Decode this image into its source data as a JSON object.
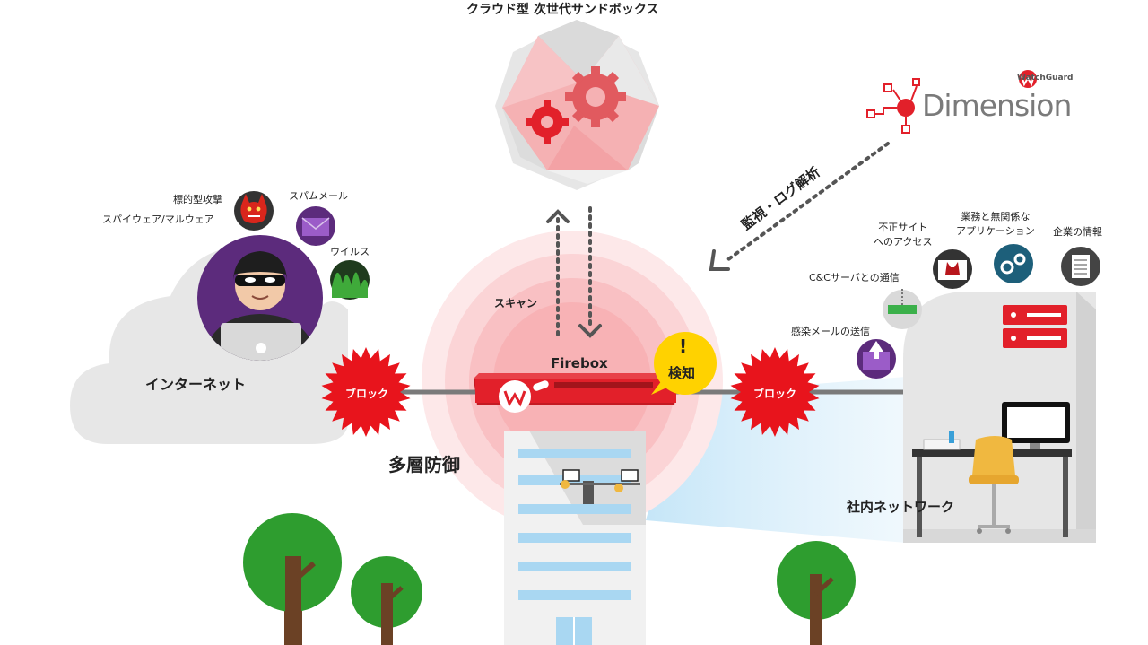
{
  "sandbox": {
    "title": "クラウド型 次世代サンドボックス"
  },
  "dimension": {
    "brand": "WatchGuard",
    "product": "Dimension"
  },
  "monitor_label": "監視・ログ解析",
  "scan_label": "スキャン",
  "firebox_label": "Firebox",
  "detect_label": "検知",
  "detect_mark": "!",
  "block_left": "ブロック",
  "block_right": "ブロック",
  "multilayer_label": "多層防御",
  "internet_label": "インターネット",
  "internal_network_label": "社内ネットワーク",
  "threats": {
    "targeted_attack": "標的型攻撃",
    "spyware_malware": "スパイウェア/マルウェア",
    "spam_mail": "スパムメール",
    "virus": "ウイルス"
  },
  "risks": {
    "illegal_site": [
      "不正サイト",
      "へのアクセス"
    ],
    "unrelated_app": [
      "業務と無関係な",
      "アプリケーション"
    ],
    "corporate_info": "企業の情報",
    "cc_server": "C&Cサーバとの通信",
    "infected_mail": "感染メールの送信"
  },
  "colors": {
    "brand_red": "#e2202a",
    "burst_red": "#e8141c",
    "detect_yellow": "#ffd200",
    "tree_green": "#2e9d2f",
    "cloud_gray": "#e7e7e7",
    "purple": "#7b3fa0"
  }
}
